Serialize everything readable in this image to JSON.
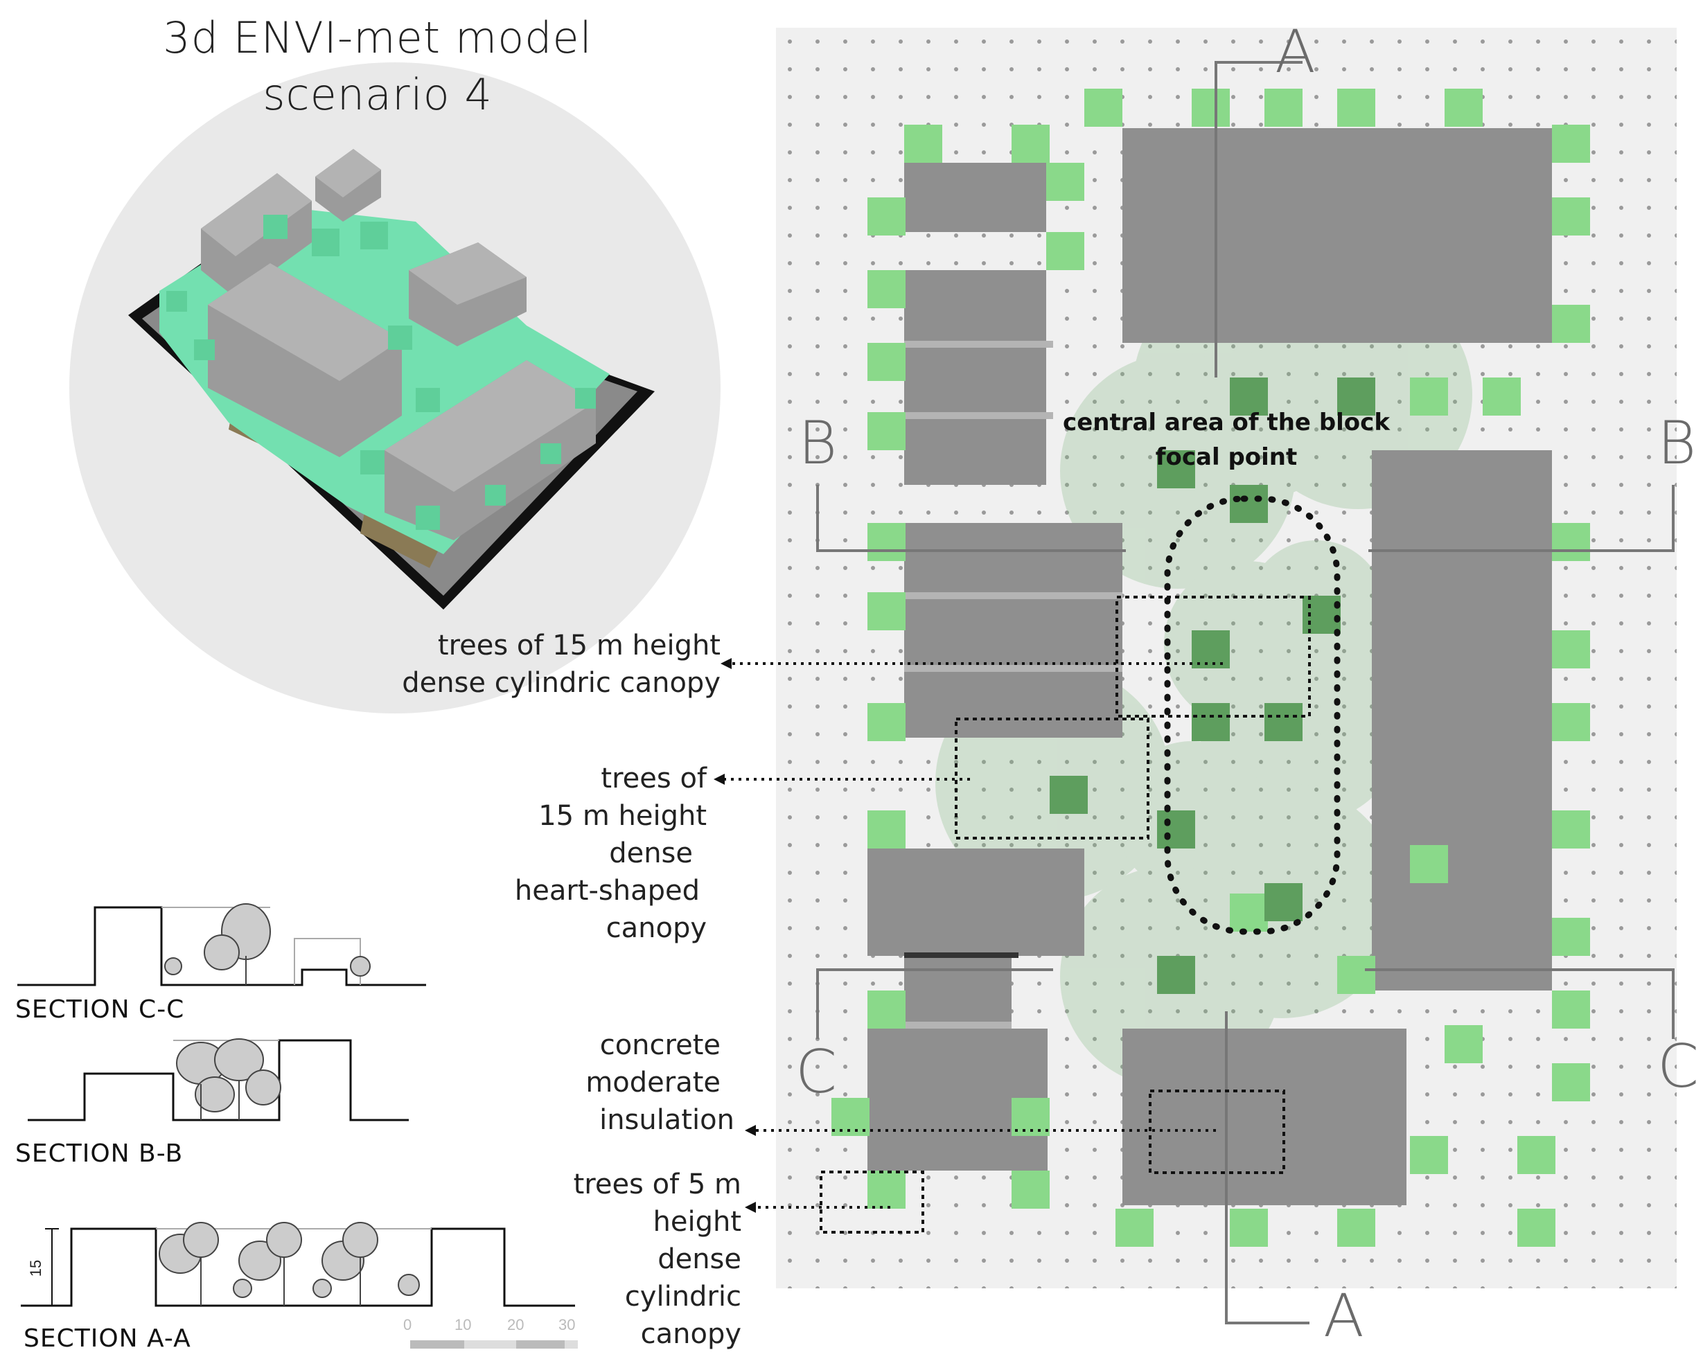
{
  "title": {
    "line1": "3d ENVI-met model",
    "line2": "scenario  4"
  },
  "focal": {
    "line1": "central area of the block",
    "line2": "focal point"
  },
  "cut_markers": {
    "a_top": "A",
    "a_bottom": "A",
    "b_left": "B",
    "b_right": "B",
    "c_left": "C",
    "c_right": "C"
  },
  "annotations": {
    "tree15_cyl": {
      "line1": "trees of 15 m height",
      "line2": "dense  cylindric canopy"
    },
    "tree15_heart": {
      "line1": "trees of",
      "line2": "15 m height",
      "line3": "dense",
      "line4": "heart-shaped",
      "line5": "canopy"
    },
    "concrete": {
      "line1": "concrete",
      "line2": "moderate",
      "line3": "insulation"
    },
    "tree5": {
      "line1": "trees of 5 m",
      "line2": "height",
      "line3": "dense",
      "line4": "cylindric",
      "line5": "canopy"
    }
  },
  "sections": {
    "cc": "SECTION C-C",
    "bb": "SECTION B-B",
    "aa": "SECTION A-A",
    "height_label": "15",
    "scale_ticks": [
      "0",
      "10",
      "20",
      "30"
    ]
  },
  "colors": {
    "building": "#8f8f8f",
    "tree_light": "#8ad98a",
    "tree_dark": "#5a9a5a",
    "canopy": "#8fbf8f",
    "model_tree": "#73e0b0",
    "background_map": "#f0f0f0"
  }
}
